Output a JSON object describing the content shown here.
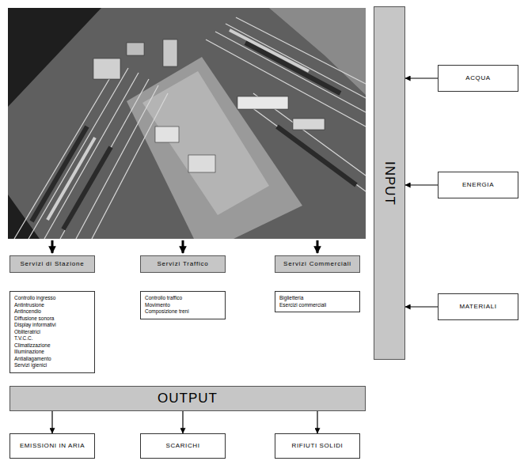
{
  "diagram": {
    "nodes": [
      {
        "text": [
          "INPUT"
        ]
      },
      {
        "text": [
          "ACQUA"
        ]
      },
      {
        "text": [
          "ENERGIA"
        ]
      },
      {
        "text": [
          "Servizi di Stazione"
        ]
      },
      {
        "text": [
          "Servizi Traffico"
        ]
      },
      {
        "text": [
          "Servizi Commerciali"
        ]
      },
      {
        "text": [
          "Controllo ingresso",
          "Antintrusione",
          "Antincendio",
          "Diffusione sonora",
          "Display informativi",
          "Obliteratrici",
          "T.V.C.C.",
          "Climatizzazione",
          "Illuminazione",
          "Antiallagamento",
          "Servizi igienici"
        ]
      },
      {
        "text": [
          "Controllo traffico",
          "Movimento",
          "Composizione treni"
        ]
      },
      {
        "text": [
          "Biglietteria",
          "Esercizi commerciali"
        ]
      },
      {
        "text": [
          "MATERIALI"
        ]
      },
      {
        "text": [
          "OUTPUT"
        ]
      },
      {
        "text": [
          "EMISSIONI IN ARIA"
        ]
      },
      {
        "text": [
          "SCARICHI"
        ]
      },
      {
        "text": [
          "RIFIUTI SOLIDI"
        ]
      }
    ],
    "edges": [
      {
        "from": 1,
        "to": 0,
        "arrow": "to"
      },
      {
        "from": 2,
        "to": 0,
        "arrow": "to"
      },
      {
        "from": 9,
        "to": 0,
        "arrow": "to"
      },
      {
        "from": 10,
        "to": 11,
        "arrow": "to"
      },
      {
        "from": 10,
        "to": 12,
        "arrow": "to"
      },
      {
        "from": 10,
        "to": 13,
        "arrow": "to"
      }
    ]
  }
}
